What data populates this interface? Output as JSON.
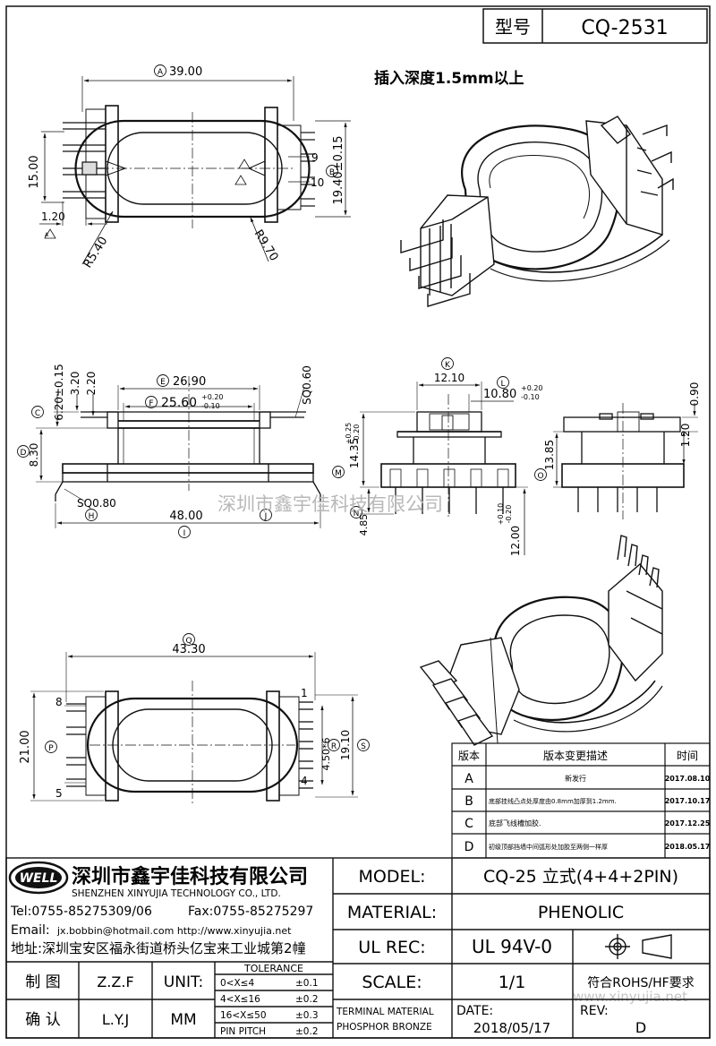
{
  "header": {
    "type_label": "型号",
    "part_number": "CQ-2531"
  },
  "note": "插入深度1.5mm以上",
  "watermark": "深圳市鑫宇佳科技有限公司",
  "watermark_url": "www.xinyujia.net",
  "top_view": {
    "dim_a": "39.00",
    "dim_a_letter": "A",
    "dim_b": "19.40±0.15",
    "dim_b_letter": "B",
    "dim_15": "15.00",
    "dim_120": "1.20",
    "r_left": "R5.40",
    "r_right": "R9.70",
    "pin9": "9",
    "pin10": "10",
    "tri": "A"
  },
  "side_view": {
    "dim_e": "26.90",
    "dim_e_letter": "E",
    "dim_f": "25.60",
    "dim_f_tol_up": "+0.20",
    "dim_f_tol_dn": "-0.10",
    "dim_f_letter": "F",
    "dim_c": "6.20±0.15",
    "dim_c_letter": "C",
    "dim_320": "3.20",
    "dim_220": "2.20",
    "sq060": "SQ0.60",
    "dim_d": "8.30",
    "dim_d_letter": "D",
    "sq080": "SQ0.80",
    "dim_h_letter": "H",
    "dim_j_letter": "J",
    "dim_i": "48.00",
    "dim_i_letter": "I"
  },
  "front_view": {
    "dim_k": "12.10",
    "dim_k_letter": "K",
    "dim_l": "10.80",
    "dim_l_tol_up": "+0.20",
    "dim_l_tol_dn": "-0.10",
    "dim_l_letter": "L",
    "dim_m": "14.35",
    "dim_m_tol_up": "+0.25",
    "dim_m_tol_dn": "-0.20",
    "dim_m_letter": "M",
    "dim_n": "4.85",
    "dim_n_letter": "N",
    "dim_12": "12.00",
    "dim_12_tol_up": "+0.10",
    "dim_12_tol_dn": "-0.20"
  },
  "end_view": {
    "dim_090": "0.90",
    "dim_120": "1.20",
    "dim_o": "13.85",
    "dim_o_letter": "O"
  },
  "bottom_view": {
    "dim_q": "43.30",
    "dim_q_letter": "Q",
    "dim_p": "21.00",
    "dim_p_letter": "P",
    "dim_r": "4.50*6",
    "dim_r_letter": "R",
    "dim_s": "19.10",
    "dim_s_letter": "S",
    "pin8": "8",
    "pin5": "5",
    "pin1": "1",
    "pin4": "4"
  },
  "revision_table": {
    "headers": [
      "版本",
      "版本变更描述",
      "时间"
    ],
    "rows": [
      {
        "ver": "A",
        "desc": "新发行",
        "date": "2017.08.10"
      },
      {
        "ver": "B",
        "desc": "底部挂线凸点处厚度由0.8mm加厚到1.2mm.",
        "date": "2017.10.17"
      },
      {
        "ver": "C",
        "desc": "底部飞线槽加胶.",
        "date": "2017.12.25"
      },
      {
        "ver": "D",
        "desc": "初级顶部挡墙中间弧形处加胶至两侧一样厚",
        "date": "2018.05.17"
      }
    ]
  },
  "company": {
    "logo": "WELL",
    "name_cn": "深圳市鑫宇佳科技有限公司",
    "name_en": "SHENZHEN XINYUJIA TECHNOLOGY CO., LTD.",
    "tel": "Tel:0755-85275309/06",
    "fax": "Fax:0755-85275297",
    "email_label": "Email:",
    "email": "jx.bobbin@hotmail.com http://www.xinyujia.net",
    "address": "地址:深圳宝安区福永街道桥头亿宝来工业城第2幢"
  },
  "title_block": {
    "model_label": "MODEL:",
    "model_value": "CQ-25 立式(4+4+2PIN)",
    "material_label": "MATERIAL:",
    "material_value": "PHENOLIC",
    "ulrec_label": "UL REC:",
    "ulrec_value": "UL 94V-0",
    "scale_label": "SCALE:",
    "scale_value": "1/1",
    "rohs": "符合ROHS/HF要求",
    "drawn_label": "制 图",
    "drawn_value": "Z.Z.F",
    "check_label": "确 认",
    "check_value": "L.Y.J",
    "unit_label": "UNIT:",
    "unit_value": "MM",
    "tolerance_title": "TOLERANCE",
    "tolerance_rows": [
      {
        "range": "0<X≤4",
        "tol": "±0.1"
      },
      {
        "range": "4<X≤16",
        "tol": "±0.2"
      },
      {
        "range": "16<X≤50",
        "tol": "±0.3"
      },
      {
        "range": "PIN PITCH",
        "tol": "±0.2"
      }
    ],
    "terminal_material": "TERMINAL MATERIAL",
    "phosphor_bronze": "PHOSPHOR BRONZE",
    "date_label": "DATE:",
    "date_value": "2018/05/17",
    "rev_label": "REV:",
    "rev_value": "D"
  }
}
